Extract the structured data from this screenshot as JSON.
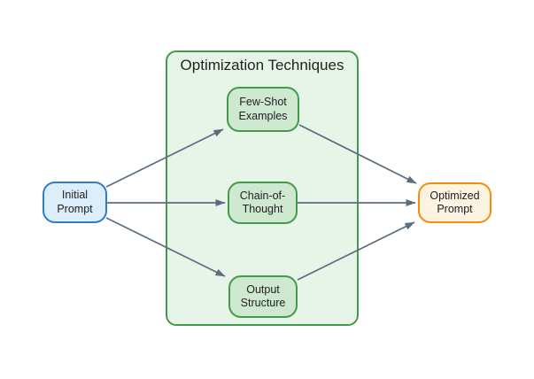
{
  "group": {
    "title": "Optimization Techniques"
  },
  "nodes": {
    "initial": {
      "label": "Initial Prompt",
      "line1": "Initial",
      "line2": "Prompt"
    },
    "few_shot": {
      "label": "Few-Shot Examples",
      "line1": "Few-Shot",
      "line2": "Examples"
    },
    "chain": {
      "label": "Chain-of-Thought",
      "line1": "Chain-of-",
      "line2": "Thought"
    },
    "output": {
      "label": "Output Structure",
      "line1": "Output",
      "line2": "Structure"
    },
    "optimized": {
      "label": "Optimized Prompt",
      "line1": "Optimized",
      "line2": "Prompt"
    }
  },
  "edges": [
    {
      "from": "Initial Prompt",
      "to": "Few-Shot Examples"
    },
    {
      "from": "Initial Prompt",
      "to": "Chain-of-Thought"
    },
    {
      "from": "Initial Prompt",
      "to": "Output Structure"
    },
    {
      "from": "Few-Shot Examples",
      "to": "Optimized Prompt"
    },
    {
      "from": "Chain-of-Thought",
      "to": "Optimized Prompt"
    },
    {
      "from": "Output Structure",
      "to": "Optimized Prompt"
    }
  ],
  "colors": {
    "canvas_bg": "#ffffff",
    "text_color": "#222222",
    "arrow_color": "#5b6e80",
    "blue_fill": "#dcedfc",
    "blue_stroke": "#2e7ec6",
    "green_group_fill": "#e7f4e8",
    "green_node_fill": "#cfe8d0",
    "green_stroke": "#449a4c",
    "orange_fill": "#fdf3e1",
    "orange_stroke": "#f18f0e"
  }
}
